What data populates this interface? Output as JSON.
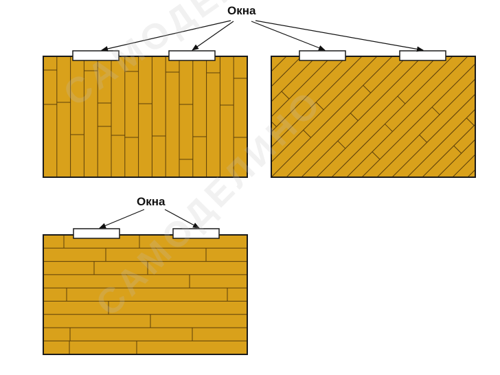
{
  "labels": {
    "top": "Окна",
    "bottom": "Окна"
  },
  "watermark": "САМОДЕЛИНО",
  "colors": {
    "wood": "#d9a11b",
    "board_line": "#5a3e0a",
    "outline": "#1a1a1a",
    "window_fill": "#ffffff",
    "arrow": "#111111"
  }
}
